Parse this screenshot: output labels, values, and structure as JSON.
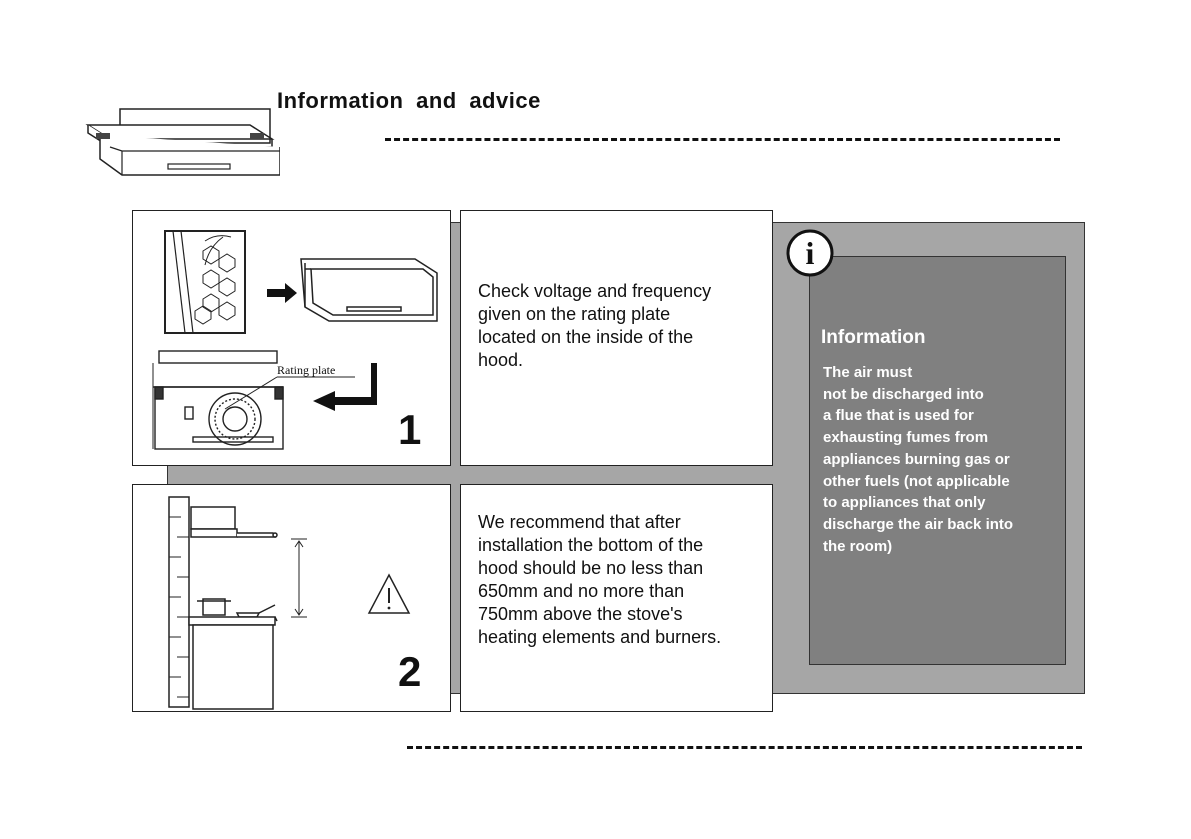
{
  "header": {
    "title": "Information and advice"
  },
  "steps": [
    {
      "number": "1",
      "text": "Check voltage and frequency given on the rating plate located on the inside of the hood.",
      "figure_label": "Rating plate"
    },
    {
      "number": "2",
      "text": "We recommend that after installation the bottom of the hood should be no less than  650mm and no more than 750mm above the stove's heating elements and burners."
    }
  ],
  "info": {
    "icon_glyph": "i",
    "heading": "Information",
    "body": "The air must\nnot  be discharged into\na flue that is used for\nexhausting fumes from\nappliances burning gas or\nother fuels (not applicable\nto appliances that only\ndischarge the air back into\nthe room)"
  },
  "colors": {
    "panel_gray": "#a6a6a6",
    "info_gray": "#808080"
  }
}
